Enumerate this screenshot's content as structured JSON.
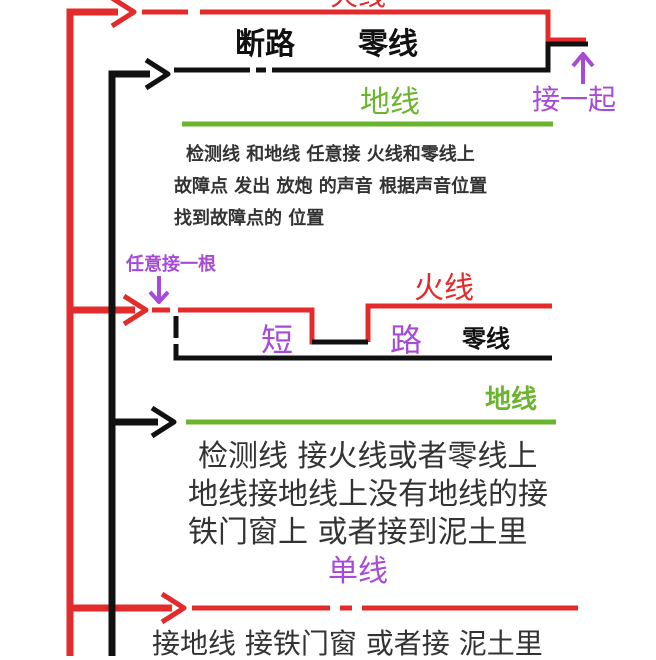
{
  "colors": {
    "red": "#e32b2b",
    "black": "#111111",
    "green": "#6bb52e",
    "purple": "#a64bd8",
    "gray_text": "#333333"
  },
  "section1": {
    "top_label": "火线",
    "break_label": "断路",
    "neutral_label": "零线",
    "ground_label": "地线",
    "connect_label": "接一起",
    "desc": [
      "检测线 和地线 任意接 火线和零线上",
      "故障点 发出 放炮 的声音 根据声音位置",
      "找到故障点的 位置"
    ]
  },
  "section2": {
    "pick_label": "任意接一根",
    "live_label": "火线",
    "short_char1": "短",
    "short_char2": "路",
    "neutral_label": "零线",
    "ground_label": "地线",
    "desc": [
      "检测线 接火线或者零线上",
      "地线接地线上没有地线的接",
      "铁门窗上 或者接到泥土里"
    ]
  },
  "section3": {
    "single_label": "单线",
    "desc": "接地线 接铁门窗 或者接 泥土里"
  }
}
